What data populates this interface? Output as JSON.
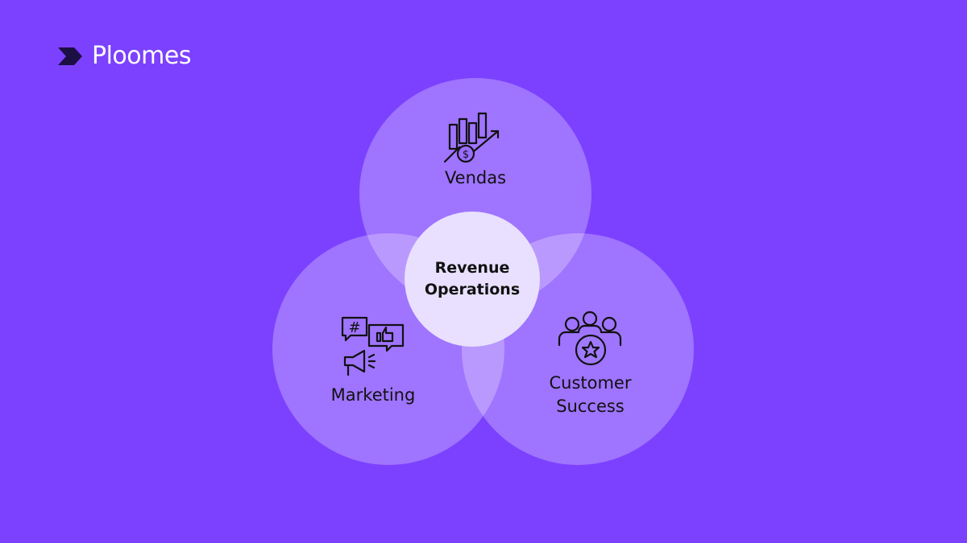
{
  "brand": {
    "name": "Ploomes"
  },
  "diagram": {
    "center": {
      "line1": "Revenue",
      "line2": "Operations"
    },
    "circles": [
      {
        "label": "Vendas",
        "icon": "sales-chart-icon"
      },
      {
        "label": "Marketing",
        "icon": "marketing-icon"
      },
      {
        "label_line1": "Customer",
        "label_line2": "Success",
        "icon": "customer-success-icon"
      }
    ]
  },
  "colors": {
    "background": "#7c41fe",
    "center": "#e8e0fe"
  }
}
